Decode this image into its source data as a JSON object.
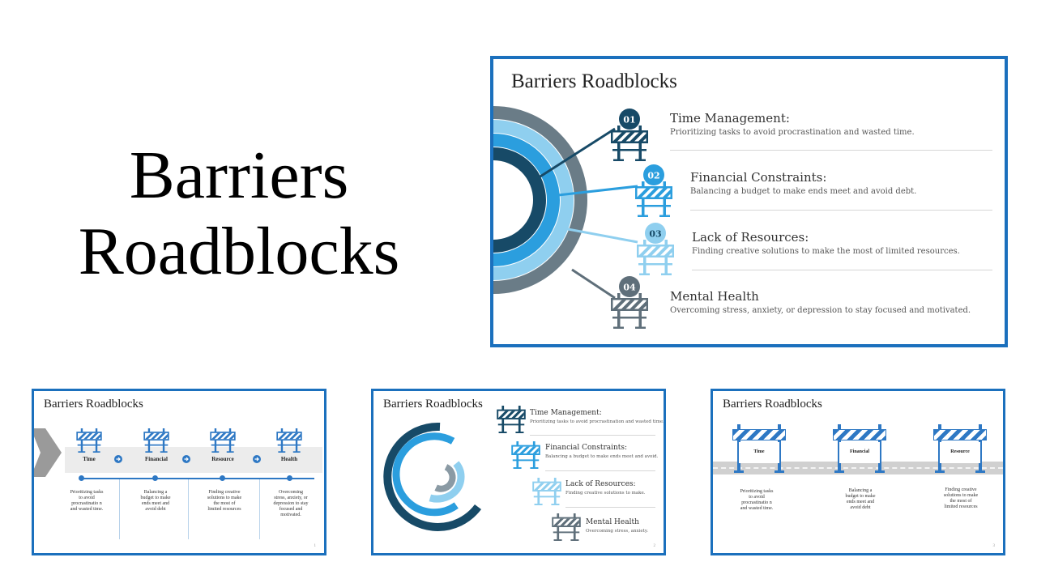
{
  "hero": {
    "line1": "Barriers",
    "line2": "Roadblocks"
  },
  "colors": {
    "border": "#1b70bd",
    "dark": "#174a67",
    "blue": "#2b9ede",
    "light": "#8fcfef",
    "gray": "#5f6f7a"
  },
  "slide_main": {
    "title": "Barriers Roadblocks",
    "items": [
      {
        "num": "01",
        "heading": "Time Management:",
        "desc": "Prioritizing tasks to avoid procrastination and wasted time."
      },
      {
        "num": "02",
        "heading": "Financial Constraints:",
        "desc": "Balancing a budget to make ends meet and avoid debt."
      },
      {
        "num": "03",
        "heading": "Lack of Resources:",
        "desc": "Finding creative solutions to make the most of limited resources."
      },
      {
        "num": "04",
        "heading": "Mental Health",
        "desc": "Overcoming stress, anxiety, or depression to stay focused and motivated."
      }
    ]
  },
  "thumb1": {
    "title": "Barriers Roadblocks",
    "steps": [
      {
        "label": "Time",
        "desc": "Prioritizing tasks to avoid procrastinatio n and wasted time."
      },
      {
        "label": "Financial",
        "desc": "Balancing a budget to make ends meet and avoid debt"
      },
      {
        "label": "Resource",
        "desc": "Finding creative solutions to make the most of limited resources"
      },
      {
        "label": "Health",
        "desc": "Overcoming stress, anxiety, or depression to stay focused and motivated."
      }
    ],
    "page": "1"
  },
  "thumb2": {
    "title": "Barriers Roadblocks",
    "items": [
      {
        "heading": "Time Management:",
        "desc": "Prioritizing tasks to avoid procrastination and wasted time."
      },
      {
        "heading": "Financial Constraints:",
        "desc": "Balancing a budget to make ends meet and avoid."
      },
      {
        "heading": "Lack of Resources:",
        "desc": "Finding creative solutions to make."
      },
      {
        "heading": "Mental Health",
        "desc": "Overcoming stress, anxiety."
      }
    ],
    "page": "2"
  },
  "thumb3": {
    "title": "Barriers Roadblocks",
    "barriers": [
      {
        "label": "Time",
        "desc": "Prioritizing tasks to avoid procrastinatio n and wasted time."
      },
      {
        "label": "Financial",
        "desc": "Balancing a budget to make ends meet and avoid debt"
      },
      {
        "label": "Resource",
        "desc": "Finding creative solutions to make the most of limited resources"
      }
    ],
    "page": "3"
  }
}
